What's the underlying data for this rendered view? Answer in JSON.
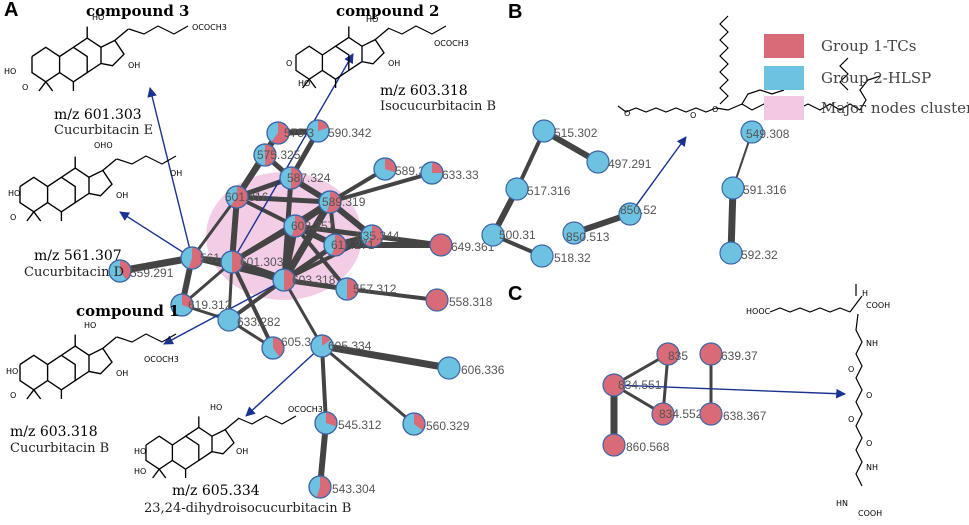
{
  "panels": {
    "a": "A",
    "b": "B",
    "c": "C"
  },
  "colors": {
    "group1": "#d96a77",
    "group2": "#6cc2e0",
    "cluster": "#f2c8e2",
    "edge": "#444444",
    "arrow": "#1a3391"
  },
  "legend": {
    "items": [
      {
        "label": "Group 1-TCs",
        "color": "#d96a77"
      },
      {
        "label": "Group 2-HLSP",
        "color": "#6cc2e0"
      },
      {
        "label": "Major nodes cluster",
        "color": "#f2c8e2"
      }
    ]
  },
  "compounds": [
    {
      "id": "c3",
      "title": "compound 3",
      "mz": "m/z 601.303",
      "name": "Cucurbitacin E",
      "group": "OCOCH3"
    },
    {
      "id": "c2",
      "title": "compound 2",
      "mz": "m/z 603.318",
      "name": "Isocucurbitacin B",
      "group": "OCOCH3"
    },
    {
      "id": "cd",
      "title": "",
      "mz": "m/z 561.307",
      "name": "Cucurbitacin D",
      "group": ""
    },
    {
      "id": "c1",
      "title": "compound 1",
      "mz": "m/z 603.318",
      "name": "Cucurbitacin B",
      "group": "OCOCH3"
    },
    {
      "id": "c5",
      "title": "",
      "mz": "m/z 605.334",
      "name": "23,24-dihydroisocucurbitacin B",
      "group": "OCOCH3"
    }
  ],
  "nodes": [
    {
      "id": "n559",
      "label": "559.291",
      "pie": 0.4
    },
    {
      "id": "n561",
      "label": "561.307",
      "pie": 0.55
    },
    {
      "id": "n601",
      "label": "601.303",
      "pie": 0.5
    },
    {
      "id": "n601b",
      "label": "601.316",
      "pie": 0.6
    },
    {
      "id": "n603",
      "label": "603.318",
      "pie": 0.5
    },
    {
      "id": "n589",
      "label": "589.319",
      "pie": 0.55
    },
    {
      "id": "n587",
      "label": "587.324",
      "pie": 0.5
    },
    {
      "id": "n590",
      "label": "590.342",
      "pie": 0.2
    },
    {
      "id": "n575",
      "label": "575.3",
      "pie": 0.6
    },
    {
      "id": "n575b",
      "label": "575.325",
      "pie": 0.5
    },
    {
      "id": "n589b",
      "label": "589.307",
      "pie": 0.3
    },
    {
      "id": "n633",
      "label": "633.33",
      "pie": 0.25
    },
    {
      "id": "n635",
      "label": "635.344",
      "pie": 0.6
    },
    {
      "id": "n649",
      "label": "649.361",
      "pie": 1.0
    },
    {
      "id": "n617",
      "label": "617.271",
      "pie": 0.55
    },
    {
      "id": "n603b",
      "label": "603.357",
      "pie": 0.55
    },
    {
      "id": "n557",
      "label": "557.312",
      "pie": 0.5
    },
    {
      "id": "n558",
      "label": "558.318",
      "pie": 1.0
    },
    {
      "id": "n619",
      "label": "619.312",
      "pie": 0.3
    },
    {
      "id": "n633b",
      "label": "633.282",
      "pie": 0.0
    },
    {
      "id": "n605",
      "label": "605.317",
      "pie": 0.4
    },
    {
      "id": "n605b",
      "label": "605.334",
      "pie": 0.15
    },
    {
      "id": "n606",
      "label": "606.336",
      "pie": 0.0
    },
    {
      "id": "n560",
      "label": "560.329",
      "pie": 0.35
    },
    {
      "id": "n545",
      "label": "545.312",
      "pie": 0.3
    },
    {
      "id": "n543",
      "label": "543.304",
      "pie": 0.55
    },
    {
      "id": "b515",
      "label": "515.302",
      "pie": 0.0
    },
    {
      "id": "b497",
      "label": "497.291",
      "pie": 0.0
    },
    {
      "id": "b517",
      "label": "517.316",
      "pie": 0.0
    },
    {
      "id": "b500",
      "label": "500.31",
      "pie": 0.0
    },
    {
      "id": "b518",
      "label": "518.32",
      "pie": 0.0
    },
    {
      "id": "b850b",
      "label": "850.513",
      "pie": 0.0
    },
    {
      "id": "b850",
      "label": "850.52",
      "pie": 0.0
    },
    {
      "id": "b549",
      "label": "549.308",
      "pie": 0.0
    },
    {
      "id": "b591",
      "label": "591.316",
      "pie": 0.0
    },
    {
      "id": "b592",
      "label": "592.32",
      "pie": 0.0
    },
    {
      "id": "c835",
      "label": "835",
      "pie": 1.0
    },
    {
      "id": "c639",
      "label": "639.37",
      "pie": 1.0
    },
    {
      "id": "c834a",
      "label": "834.551",
      "pie": 1.0
    },
    {
      "id": "c834b",
      "label": "834.552",
      "pie": 1.0
    },
    {
      "id": "c638",
      "label": "638.367",
      "pie": 1.0
    },
    {
      "id": "c860",
      "label": "860.568",
      "pie": 1.0
    }
  ],
  "edges": [
    {
      "s": "n559",
      "t": "n561",
      "w": 7
    },
    {
      "s": "n561",
      "t": "n601",
      "w": 6
    },
    {
      "s": "n561",
      "t": "n619",
      "w": 6
    },
    {
      "s": "n561",
      "t": "n603",
      "w": 4
    },
    {
      "s": "n561",
      "t": "n601b",
      "w": 3
    },
    {
      "s": "n601",
      "t": "n603",
      "w": 8
    },
    {
      "s": "n601",
      "t": "n601b",
      "w": 6
    },
    {
      "s": "n601",
      "t": "n589",
      "w": 5
    },
    {
      "s": "n601",
      "t": "n633b",
      "w": 3
    },
    {
      "s": "n601",
      "t": "n605",
      "w": 4
    },
    {
      "s": "n601",
      "t": "n619",
      "w": 3
    },
    {
      "s": "n601",
      "t": "n603b",
      "w": 5
    },
    {
      "s": "n603",
      "t": "n589",
      "w": 7
    },
    {
      "s": "n603",
      "t": "n603b",
      "w": 7
    },
    {
      "s": "n603",
      "t": "n557",
      "w": 5
    },
    {
      "s": "n603",
      "t": "n605b",
      "w": 3
    },
    {
      "s": "n603",
      "t": "n617",
      "w": 5
    },
    {
      "s": "n603",
      "t": "n633b",
      "w": 4
    },
    {
      "s": "n603",
      "t": "n635",
      "w": 4
    },
    {
      "s": "n603",
      "t": "n587",
      "w": 5
    },
    {
      "s": "n601b",
      "t": "n575",
      "w": 6
    },
    {
      "s": "n601b",
      "t": "n575b",
      "w": 6
    },
    {
      "s": "n601b",
      "t": "n587",
      "w": 5
    },
    {
      "s": "n601b",
      "t": "n589",
      "w": 5
    },
    {
      "s": "n601b",
      "t": "n603b",
      "w": 4
    },
    {
      "s": "n575",
      "t": "n590",
      "w": 6
    },
    {
      "s": "n575",
      "t": "n575b",
      "w": 4
    },
    {
      "s": "n575b",
      "t": "n587",
      "w": 5
    },
    {
      "s": "n590",
      "t": "n587",
      "w": 5
    },
    {
      "s": "n587",
      "t": "n589",
      "w": 6
    },
    {
      "s": "n589",
      "t": "n589b",
      "w": 4
    },
    {
      "s": "n589",
      "t": "n633",
      "w": 4
    },
    {
      "s": "n589",
      "t": "n635",
      "w": 6
    },
    {
      "s": "n589",
      "t": "n603b",
      "w": 7
    },
    {
      "s": "n589",
      "t": "n617",
      "w": 4
    },
    {
      "s": "n603b",
      "t": "n617",
      "w": 6
    },
    {
      "s": "n603b",
      "t": "n557",
      "w": 4
    },
    {
      "s": "n603b",
      "t": "n635",
      "w": 5
    },
    {
      "s": "n617",
      "t": "n635",
      "w": 6
    },
    {
      "s": "n617",
      "t": "n649",
      "w": 6
    },
    {
      "s": "n635",
      "t": "n649",
      "w": 5
    },
    {
      "s": "n557",
      "t": "n558",
      "w": 4
    },
    {
      "s": "n619",
      "t": "n633b",
      "w": 3
    },
    {
      "s": "n633b",
      "t": "n605",
      "w": 3
    },
    {
      "s": "n605b",
      "t": "n606",
      "w": 7
    },
    {
      "s": "n605b",
      "t": "n560",
      "w": 3
    },
    {
      "s": "n605b",
      "t": "n545",
      "w": 4
    },
    {
      "s": "n545",
      "t": "n543",
      "w": 6
    },
    {
      "s": "b515",
      "t": "b497",
      "w": 6
    },
    {
      "s": "b515",
      "t": "b517",
      "w": 4
    },
    {
      "s": "b517",
      "t": "b500",
      "w": 6
    },
    {
      "s": "b500",
      "t": "b518",
      "w": 4
    },
    {
      "s": "b850b",
      "t": "b850",
      "w": 6
    },
    {
      "s": "b549",
      "t": "b591",
      "w": 2
    },
    {
      "s": "b591",
      "t": "b592",
      "w": 7
    },
    {
      "s": "c835",
      "t": "c834a",
      "w": 3
    },
    {
      "s": "c835",
      "t": "c834b",
      "w": 3
    },
    {
      "s": "c834a",
      "t": "c834b",
      "w": 3
    },
    {
      "s": "c834a",
      "t": "c860",
      "w": 7
    },
    {
      "s": "c639",
      "t": "c638",
      "w": 3
    }
  ],
  "arrows": [
    {
      "from": "n561",
      "to": "c3"
    },
    {
      "from": "n601",
      "to": "c2"
    },
    {
      "from": "n561",
      "to": "cd"
    },
    {
      "from": "n603",
      "to": "c1"
    },
    {
      "from": "n605b",
      "to": "c5"
    },
    {
      "from": "b850",
      "to": "lipidB"
    },
    {
      "from": "c834a",
      "to": "structC"
    }
  ]
}
